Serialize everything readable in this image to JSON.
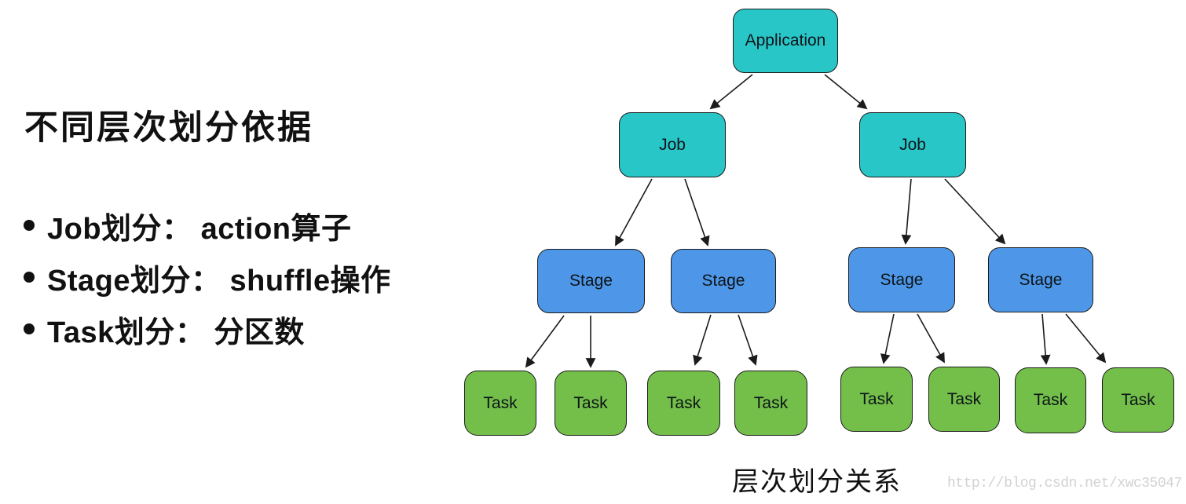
{
  "colors": {
    "node_teal": "#29c6c8",
    "node_blue": "#4e97e8",
    "node_green": "#73bf4a",
    "outline": "#1b1b1b",
    "text": "#111111",
    "watermark_gray": "#d2d2d2"
  },
  "left_panel": {
    "title": "不同层次划分依据",
    "bullets": [
      "Job划分：  action算子",
      "Stage划分：  shuffle操作",
      "Task划分：  分区数"
    ]
  },
  "diagram": {
    "caption": "层次划分关系",
    "nodes": {
      "application": {
        "label": "Application",
        "level": "application"
      },
      "job1": {
        "label": "Job",
        "level": "job"
      },
      "job2": {
        "label": "Job",
        "level": "job"
      },
      "stage1": {
        "label": "Stage",
        "level": "stage"
      },
      "stage2": {
        "label": "Stage",
        "level": "stage"
      },
      "stage3": {
        "label": "Stage",
        "level": "stage"
      },
      "stage4": {
        "label": "Stage",
        "level": "stage"
      },
      "task1": {
        "label": "Task",
        "level": "task"
      },
      "task2": {
        "label": "Task",
        "level": "task"
      },
      "task3": {
        "label": "Task",
        "level": "task"
      },
      "task4": {
        "label": "Task",
        "level": "task"
      },
      "task5": {
        "label": "Task",
        "level": "task"
      },
      "task6": {
        "label": "Task",
        "level": "task"
      },
      "task7": {
        "label": "Task",
        "level": "task"
      },
      "task8": {
        "label": "Task",
        "level": "task"
      }
    },
    "edges": [
      {
        "from": "application",
        "to": "job1"
      },
      {
        "from": "application",
        "to": "job2"
      },
      {
        "from": "job1",
        "to": "stage1"
      },
      {
        "from": "job1",
        "to": "stage2"
      },
      {
        "from": "job2",
        "to": "stage3"
      },
      {
        "from": "job2",
        "to": "stage4"
      },
      {
        "from": "stage1",
        "to": "task1"
      },
      {
        "from": "stage1",
        "to": "task2"
      },
      {
        "from": "stage2",
        "to": "task3"
      },
      {
        "from": "stage2",
        "to": "task4"
      },
      {
        "from": "stage3",
        "to": "task5"
      },
      {
        "from": "stage3",
        "to": "task6"
      },
      {
        "from": "stage4",
        "to": "task7"
      },
      {
        "from": "stage4",
        "to": "task8"
      }
    ]
  },
  "watermark": "http://blog.csdn.net/xwc35047"
}
